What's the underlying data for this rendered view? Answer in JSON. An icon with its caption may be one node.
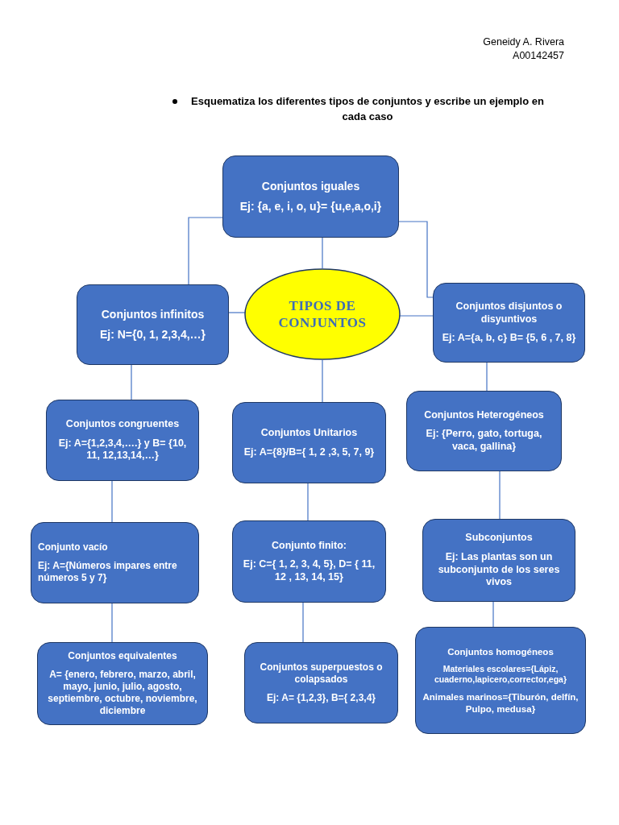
{
  "diagram": {
    "nodes": [
      {
        "text": [
          "Conjuntos iguales",
          "Ej: {a, e, i, o, u}= {u,e,a,o,i}"
        ]
      },
      {
        "text": [
          "TIPOS DE CONJUNTOS"
        ]
      },
      {
        "text": [
          "Conjuntos infinitos",
          "Ej: N={0, 1, 2,3,4,…}"
        ]
      },
      {
        "text": [
          "Conjuntos disjuntos o disyuntivos",
          "Ej: A={a, b, c}  B= {5, 6 , 7, 8}"
        ]
      },
      {
        "text": [
          "Conjuntos congruentes",
          "Ej: A={1,2,3,4,….} y B= {10, 11, 12,13,14,…}"
        ]
      },
      {
        "text": [
          "Conjuntos Unitarios",
          "Ej: A={8}/B={ 1, 2 ,3, 5, 7, 9}"
        ]
      },
      {
        "text": [
          "Conjuntos Heterogéneos",
          "Ej: {Perro, gato, tortuga, vaca, gallina}"
        ]
      },
      {
        "text": [
          "Conjunto vacío",
          "Ej:  A={Números impares entre números 5 y 7}"
        ]
      },
      {
        "text": [
          "Conjunto finito:",
          "Ej: C={ 1, 2, 3, 4, 5}, D= { 11, 12 , 13, 14, 15}"
        ]
      },
      {
        "text": [
          "Subconjuntos",
          "Ej: Las plantas son un subconjunto de los seres vivos"
        ]
      },
      {
        "text": [
          "Conjuntos equivalentes",
          "A= {enero, febrero, marzo, abril, mayo, junio, julio, agosto, septiembre, octubre, noviembre, diciembre"
        ]
      },
      {
        "text": [
          "Conjuntos superpuestos o colapsados",
          "Ej: A= {1,2,3}, B={ 2,3,4}"
        ]
      },
      {
        "text": [
          "Conjuntos homogéneos",
          "Materiales escolares={Lápiz, cuaderno,lapicero,corrector,ega}",
          "Animales marinos={Tiburón, delfín, Pulpo, medusa}"
        ]
      }
    ],
    "edges": [
      {
        "from": 0,
        "to": 1,
        "arrow": "none"
      },
      {
        "from": 0,
        "to": 2,
        "arrow": "none"
      },
      {
        "from": 0,
        "to": 3,
        "arrow": "none"
      },
      {
        "from": 1,
        "to": 2,
        "arrow": "none"
      },
      {
        "from": 1,
        "to": 3,
        "arrow": "none"
      },
      {
        "from": 2,
        "to": 4,
        "arrow": "none"
      },
      {
        "from": 1,
        "to": 5,
        "arrow": "none"
      },
      {
        "from": 3,
        "to": 6,
        "arrow": "none"
      },
      {
        "from": 4,
        "to": 7,
        "arrow": "none"
      },
      {
        "from": 5,
        "to": 8,
        "arrow": "none"
      },
      {
        "from": 6,
        "to": 9,
        "arrow": "none"
      },
      {
        "from": 7,
        "to": 10,
        "arrow": "none"
      },
      {
        "from": 8,
        "to": 11,
        "arrow": "none"
      },
      {
        "from": 9,
        "to": 12,
        "arrow": "none"
      }
    ],
    "labels": [
      "Geneidy A. Rivera",
      "A00142457",
      "Esquematiza los diferentes tipos de conjuntos y escribe un ejemplo en cada caso"
    ]
  }
}
